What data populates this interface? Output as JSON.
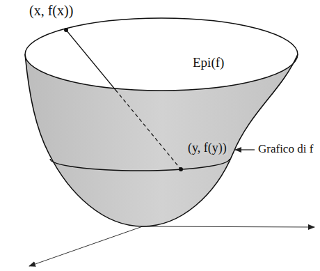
{
  "diagram": {
    "labels": [
      "(x, f(x))",
      "Epi(f)",
      "(y, f(y))",
      "Grafico di f"
    ]
  }
}
